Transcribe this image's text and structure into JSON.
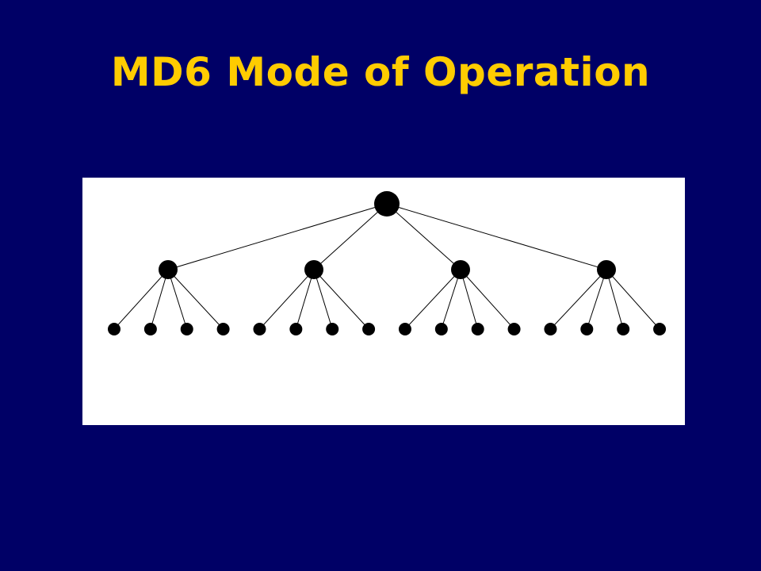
{
  "slide": {
    "title": "MD6 Mode of Operation",
    "background_color": "#000066",
    "title_color": "#ffcc00"
  },
  "diagram": {
    "type": "tree",
    "panel_color": "#ffffff",
    "node_color": "#000000",
    "edge_color": "#000000",
    "fanout": 4,
    "levels": 3,
    "node_counts": [
      1,
      4,
      16
    ]
  }
}
